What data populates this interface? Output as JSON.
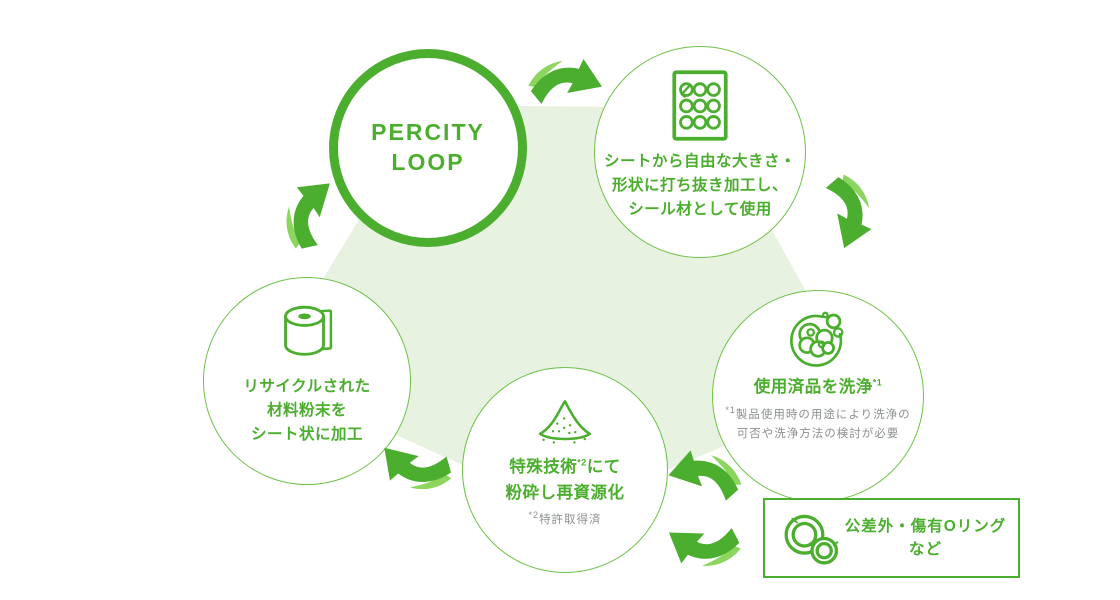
{
  "colors": {
    "green": "#4CAE2F",
    "green_light": "#8CD55F",
    "green_pale": "#E8F2E0",
    "outline_green": "#6FC24B",
    "note_gray": "#8C918E"
  },
  "loop_circle": {
    "title_line1": "PERCITY",
    "title_line2": "LOOP"
  },
  "steps": {
    "punch": {
      "line1": "シートから自由な大きさ・",
      "line2": "形状に打ち抜き加工し、",
      "line3": "シール材として使用"
    },
    "wash": {
      "title": "使用済品を洗浄",
      "title_sup": "*1",
      "note_sup": "*1",
      "note_line1": "製品使用時の用途により洗浄の",
      "note_line2": "可否や洗浄方法の検討が必要"
    },
    "crush": {
      "title_pre": "特殊技術",
      "title_sup": "*2",
      "title_post": "にて",
      "title_line2": "粉砕し再資源化",
      "note_sup": "*2",
      "note": "特許取得済"
    },
    "sheet": {
      "line1": "リサイクルされた",
      "line2": "材料粉末を",
      "line3": "シート状に加工"
    }
  },
  "input_box": {
    "line1": "公差外・傷有Oリング",
    "line2": "など"
  }
}
